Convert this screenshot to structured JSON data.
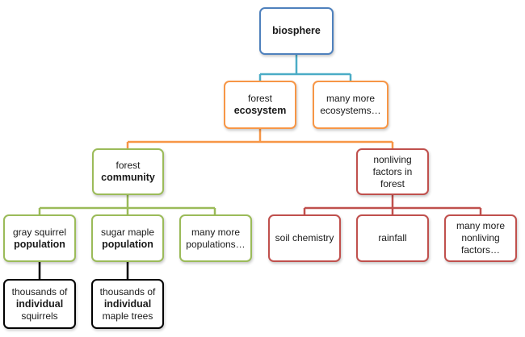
{
  "diagram": {
    "biosphere": {
      "line1": "biosphere"
    },
    "forest_ecosystem": {
      "line1": "forest",
      "line2": "ecosystem"
    },
    "more_ecosystems": {
      "line1": "many more",
      "line2": "ecosystems…"
    },
    "forest_community": {
      "line1": "forest",
      "line2": "community"
    },
    "nonliving_factors": {
      "line1": "nonliving",
      "line2": "factors in",
      "line3": "forest"
    },
    "gray_squirrel": {
      "line1": "gray squirrel",
      "line2": "population"
    },
    "sugar_maple": {
      "line1": "sugar maple",
      "line2": "population"
    },
    "more_populations": {
      "line1": "many more",
      "line2": "populations…"
    },
    "soil_chemistry": {
      "line1": "soil chemistry"
    },
    "rainfall": {
      "line1": "rainfall"
    },
    "more_nonliving": {
      "line1": "many more",
      "line2": "nonliving",
      "line3": "factors…"
    },
    "squirrels": {
      "line1": "thousands of",
      "line2": "individual",
      "line3": "squirrels"
    },
    "maple_trees": {
      "line1": "thousands of",
      "line2": "individual",
      "line3": "maple trees"
    }
  },
  "colors": {
    "biosphere_level": "#4f81bd",
    "ecosystem_level": "#f79646",
    "community_level": "#9bbb59",
    "abiotic": "#c0504d",
    "individual_level": "#000000"
  }
}
